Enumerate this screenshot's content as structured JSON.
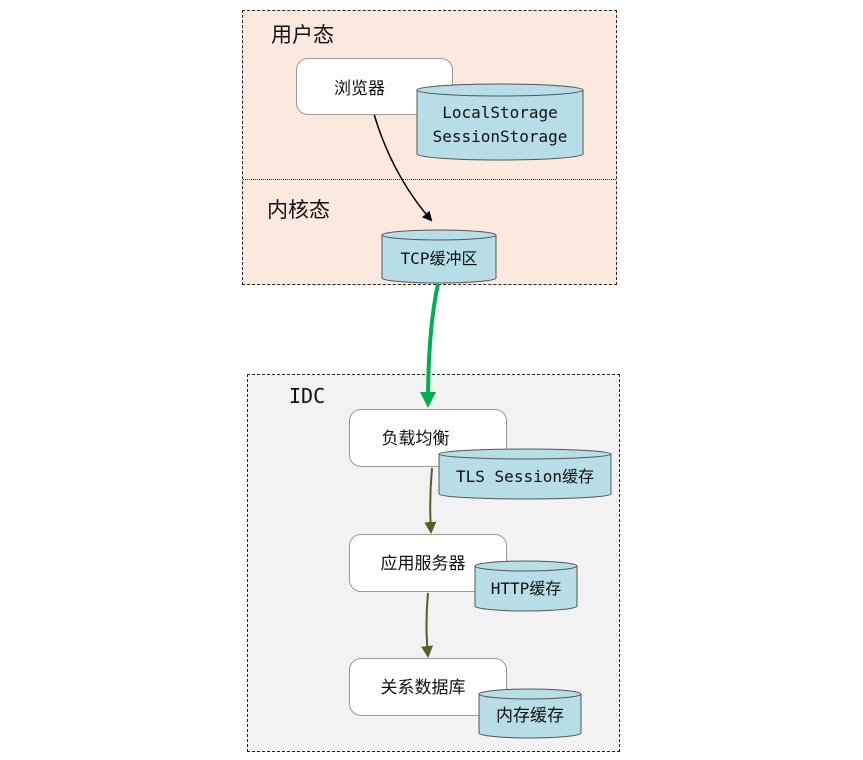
{
  "zones": {
    "user_mode": "用户态",
    "kernel_mode": "内核态",
    "idc": "IDC"
  },
  "nodes": {
    "browser": "浏览器",
    "load_balancer": "负载均衡",
    "app_server": "应用服务器",
    "database": "关系数据库"
  },
  "caches": {
    "local_storage": "LocalStorage",
    "session_storage": "SessionStorage",
    "tcp_buffer": "TCP缓冲区",
    "tls_cache": "TLS Session缓存",
    "http_cache": "HTTP缓存",
    "memory_cache": "内存缓存"
  },
  "colors": {
    "client_bg": "#fbe9dd",
    "idc_bg": "#f2f2f2",
    "cylinder_fill": "#b7dde6",
    "network_arrow": "#00b050",
    "internal_arrow": "#4f6228"
  }
}
